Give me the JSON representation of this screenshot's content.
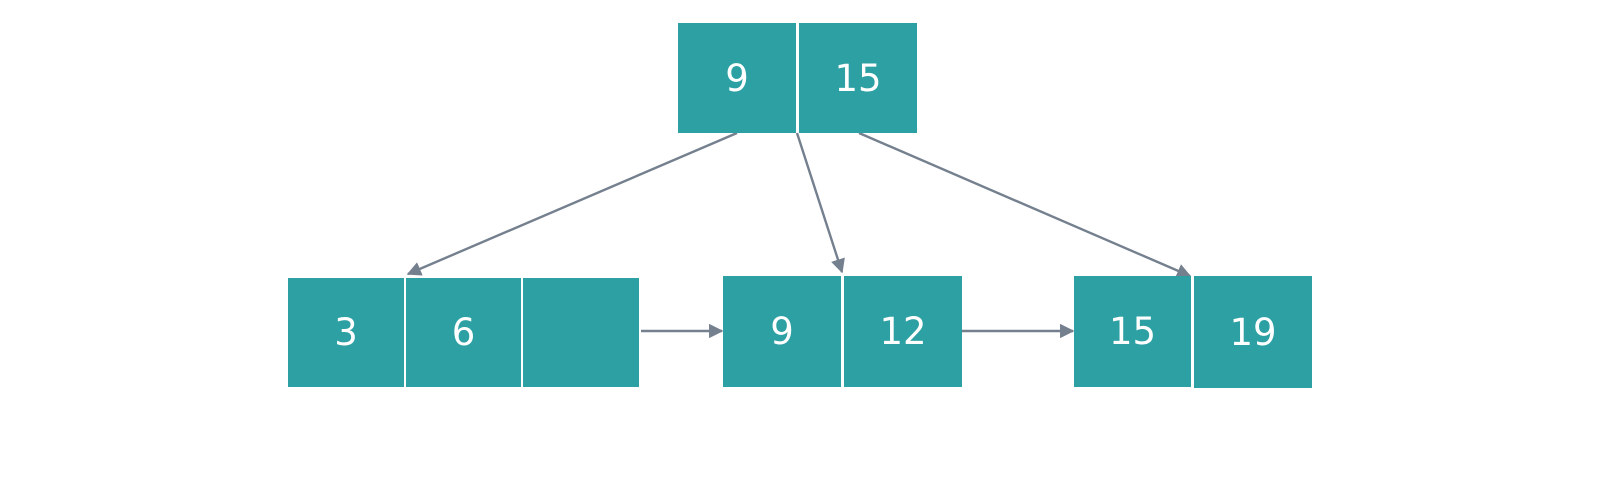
{
  "diagram": {
    "root": {
      "keys": [
        "9",
        "15"
      ]
    },
    "leaves": [
      {
        "keys": [
          "3",
          "6",
          ""
        ]
      },
      {
        "keys": [
          "9",
          "12"
        ]
      },
      {
        "keys": [
          "15",
          "19"
        ]
      }
    ]
  },
  "colors": {
    "cell_fill": "#2ca0a3",
    "cell_text": "#ffffff",
    "arrow": "#75808f",
    "background": "#ffffff"
  }
}
